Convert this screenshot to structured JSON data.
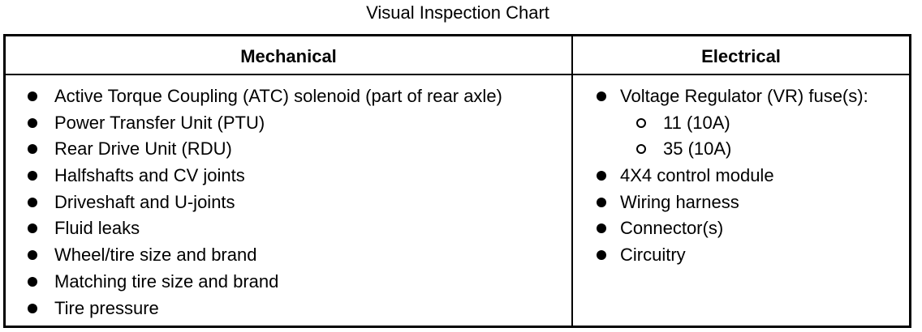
{
  "title": "Visual Inspection Chart",
  "columns": {
    "mechanical": {
      "heading": "Mechanical",
      "items": [
        "Active Torque Coupling (ATC) solenoid (part of rear axle)",
        "Power Transfer Unit (PTU)",
        "Rear Drive Unit (RDU)",
        "Halfshafts and CV joints",
        "Driveshaft and U-joints",
        "Fluid leaks",
        "Wheel/tire size and brand",
        "Matching tire size and brand",
        "Tire pressure"
      ]
    },
    "electrical": {
      "heading": "Electrical",
      "items": [
        "Voltage Regulator (VR) fuse(s):",
        "11 (10A)",
        "35 (10A)",
        "4X4 control module",
        "Wiring harness",
        "Connector(s)",
        "Circuitry"
      ]
    }
  }
}
